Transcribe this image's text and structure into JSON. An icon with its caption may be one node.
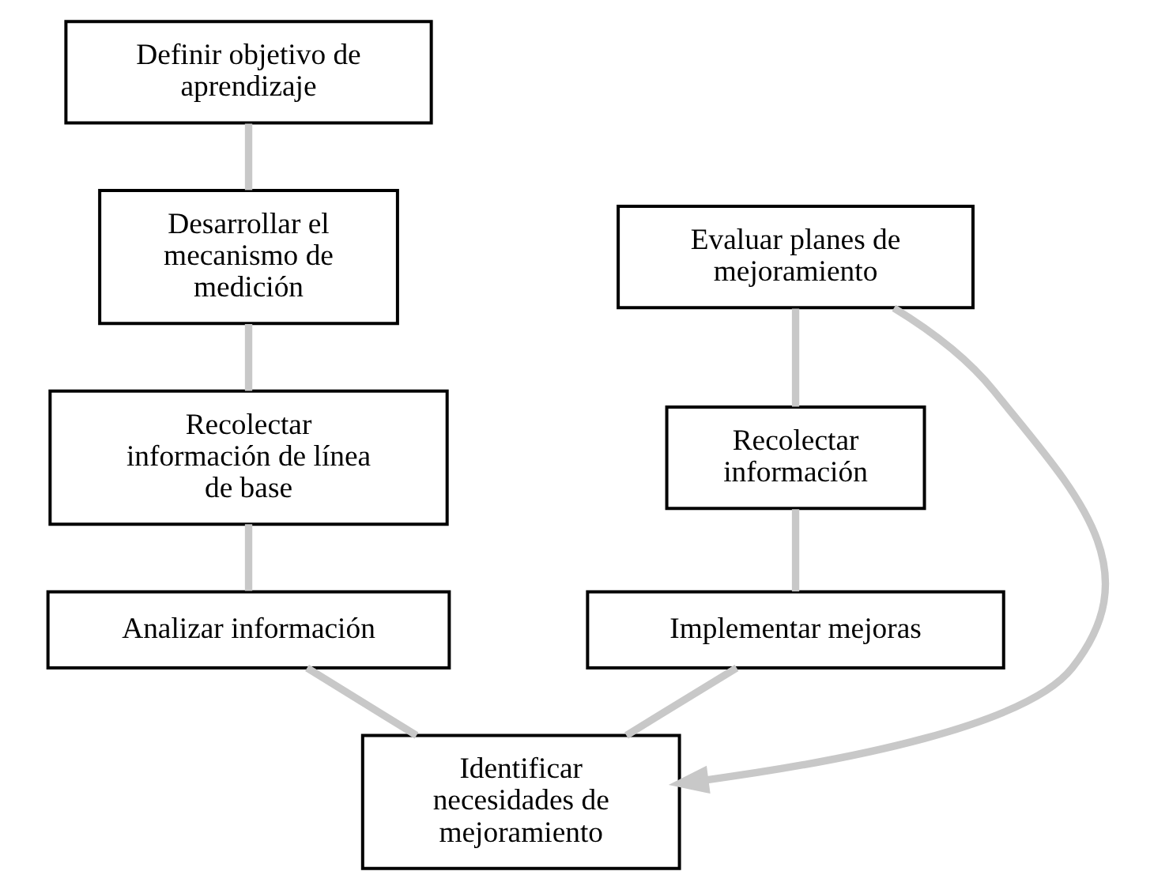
{
  "diagram": {
    "nodes": [
      {
        "text": [
          "Definir objetivo de aprendizaje"
        ]
      },
      {
        "text": [
          "Evaluar planes de mejoramiento"
        ]
      },
      {
        "text": [
          "Desarrollar el mecanismo de medición"
        ]
      },
      {
        "text": [
          "Recolectar información"
        ]
      },
      {
        "text": [
          "Recolectar información de línea de base"
        ]
      },
      {
        "text": [
          "Implementar mejoras"
        ]
      },
      {
        "text": [
          "Analizar información"
        ]
      },
      {
        "text": [
          "Identificar necesidades de mejoramiento"
        ]
      }
    ],
    "edges": [
      {
        "from": 0,
        "to": 2,
        "arrow": "none"
      },
      {
        "from": 2,
        "to": 4,
        "arrow": "none"
      },
      {
        "from": 4,
        "to": 6,
        "arrow": "none"
      },
      {
        "from": 6,
        "to": 7,
        "arrow": "none"
      },
      {
        "from": 5,
        "to": 7,
        "arrow": "none"
      },
      {
        "from": 3,
        "to": 5,
        "arrow": "none"
      },
      {
        "from": 1,
        "to": 3,
        "arrow": "none"
      },
      {
        "from": 1,
        "to": 7,
        "arrow": "to"
      }
    ]
  }
}
